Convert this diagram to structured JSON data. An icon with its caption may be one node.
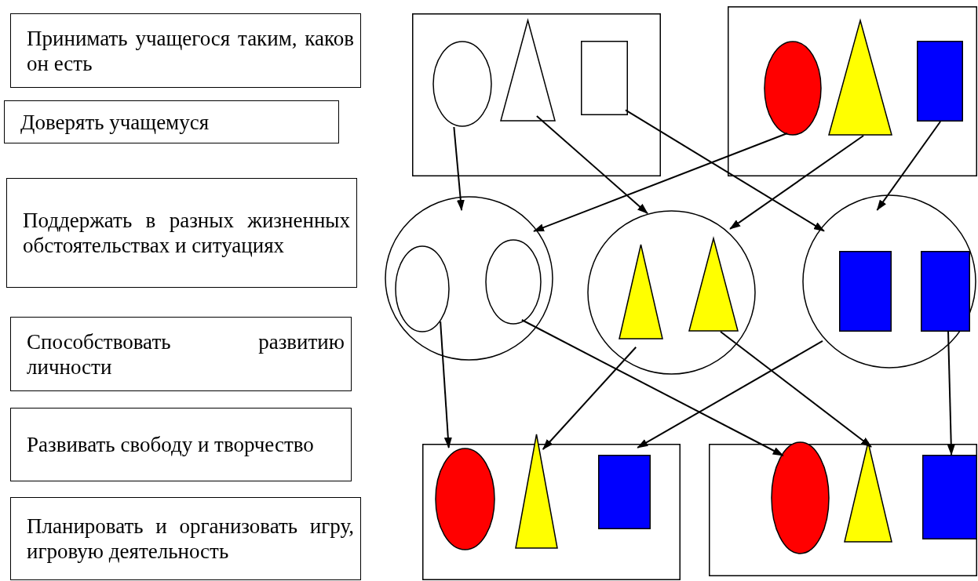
{
  "diagram": {
    "nodes": [
      {
        "text": [
          "Принимать учащегося таким, каков он есть"
        ]
      },
      {
        "text": [
          "Доверять учащемуся"
        ]
      },
      {
        "text": [
          "Поддержать в разных жизненных обстоятельствах и ситуациях"
        ]
      },
      {
        "text": [
          "Способствовать развитию личности"
        ]
      },
      {
        "text": [
          "Развивать свободу и творчество"
        ]
      },
      {
        "text": [
          "Планировать и организовать игру, игровую деятельность"
        ]
      },
      {
        "text": [],
        "shape": "box"
      },
      {
        "text": [],
        "shape": "ellipse",
        "in": 6
      },
      {
        "text": [],
        "shape": "triangle",
        "in": 6
      },
      {
        "text": [],
        "shape": "box",
        "in": 6
      },
      {
        "text": [],
        "shape": "box"
      },
      {
        "text": [],
        "shape": "ellipse",
        "in": 10
      },
      {
        "text": [],
        "shape": "triangle",
        "in": 10
      },
      {
        "text": [],
        "shape": "box",
        "in": 10
      },
      {
        "text": [],
        "shape": "circle"
      },
      {
        "text": [],
        "shape": "ellipse",
        "in": 14
      },
      {
        "text": [],
        "shape": "ellipse",
        "in": 14
      },
      {
        "text": [],
        "shape": "circle"
      },
      {
        "text": [],
        "shape": "triangle",
        "in": 17
      },
      {
        "text": [],
        "shape": "triangle",
        "in": 17
      },
      {
        "text": [],
        "shape": "circle"
      },
      {
        "text": [],
        "shape": "box",
        "in": 20
      },
      {
        "text": [],
        "shape": "box",
        "in": 20
      },
      {
        "text": [],
        "shape": "box"
      },
      {
        "text": [],
        "shape": "ellipse",
        "in": 23
      },
      {
        "text": [],
        "shape": "triangle",
        "in": 23
      },
      {
        "text": [],
        "shape": "box",
        "in": 23
      },
      {
        "text": [],
        "shape": "box"
      },
      {
        "text": [],
        "shape": "ellipse",
        "in": 27
      },
      {
        "text": [],
        "shape": "triangle",
        "in": 27
      },
      {
        "text": [],
        "shape": "box",
        "in": 27
      }
    ],
    "edges": [
      {
        "from": 7,
        "to": 14,
        "arrow": "to"
      },
      {
        "from": 8,
        "to": 17,
        "arrow": "to"
      },
      {
        "from": 9,
        "to": 20,
        "arrow": "to"
      },
      {
        "from": 11,
        "to": 14,
        "arrow": "to"
      },
      {
        "from": 12,
        "to": 17,
        "arrow": "to"
      },
      {
        "from": 13,
        "to": 20,
        "arrow": "to"
      },
      {
        "from": 15,
        "to": 24,
        "arrow": "to"
      },
      {
        "from": 16,
        "to": 28,
        "arrow": "to"
      },
      {
        "from": 18,
        "to": 25,
        "arrow": "to"
      },
      {
        "from": 19,
        "to": 29,
        "arrow": "to"
      },
      {
        "from": 20,
        "to": 26,
        "arrow": "to"
      },
      {
        "from": 22,
        "to": 30,
        "arrow": "to"
      }
    ]
  }
}
